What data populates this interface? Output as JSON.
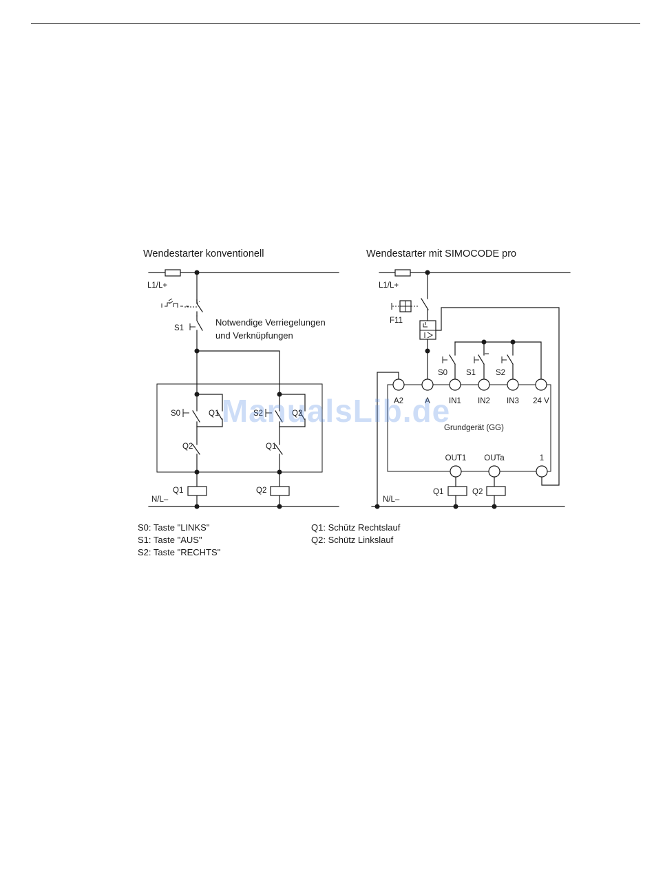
{
  "left": {
    "title": "Wendestarter konventionell",
    "supply": "L1/L+",
    "neutral": "N/L–",
    "note_line1": "Notwendige Verriegelungen",
    "note_line2": "und Verknüpfungen",
    "labels": {
      "s1": "S1",
      "s0": "S0",
      "q1_contact": "Q1",
      "s2": "S2",
      "q2_contact": "Q2",
      "q2_interlock": "Q2",
      "q1_interlock": "Q1",
      "q1_coil": "Q1",
      "q2_coil": "Q2"
    }
  },
  "right": {
    "title": "Wendestarter mit SIMOCODE pro",
    "supply": "L1/L+",
    "neutral": "N/L–",
    "f11": "F11",
    "device": "Grundgerät (GG)",
    "buttons": {
      "s0": "S0",
      "s1": "S1",
      "s2": "S2"
    },
    "terminals_top": [
      "A2",
      "A",
      "IN1",
      "IN2",
      "IN3",
      "24 V"
    ],
    "terminals_bottom": [
      "OUT1",
      "OUTa",
      "1"
    ],
    "q1_coil": "Q1",
    "q2_coil": "Q2"
  },
  "legend": {
    "left": [
      "S0: Taste \"LINKS\"",
      "S1: Taste \"AUS\"",
      "S2: Taste \"RECHTS\""
    ],
    "right": [
      "Q1: Schütz Rechtslauf",
      "Q2: Schütz Linkslauf"
    ]
  },
  "watermark": "ManualsLib.de"
}
